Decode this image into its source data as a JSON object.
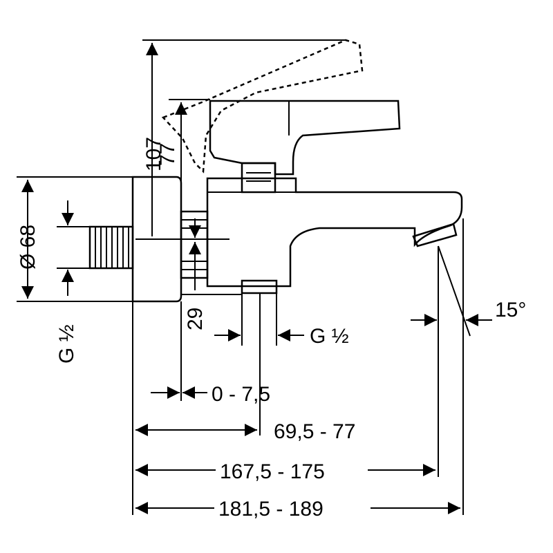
{
  "drawing": {
    "dimensions": {
      "height_max": "107",
      "height_handle": "77",
      "diameter": "Ø 68",
      "thread_left": "G ½",
      "depth_29": "29",
      "thread_bottom": "G ½",
      "angle": "15°",
      "offset": "0 - 7,5",
      "width_1": "69,5 - 77",
      "width_2": "167,5 - 175",
      "width_3": "181,5 - 189"
    },
    "colors": {
      "line": "#000000",
      "background": "#ffffff"
    }
  }
}
